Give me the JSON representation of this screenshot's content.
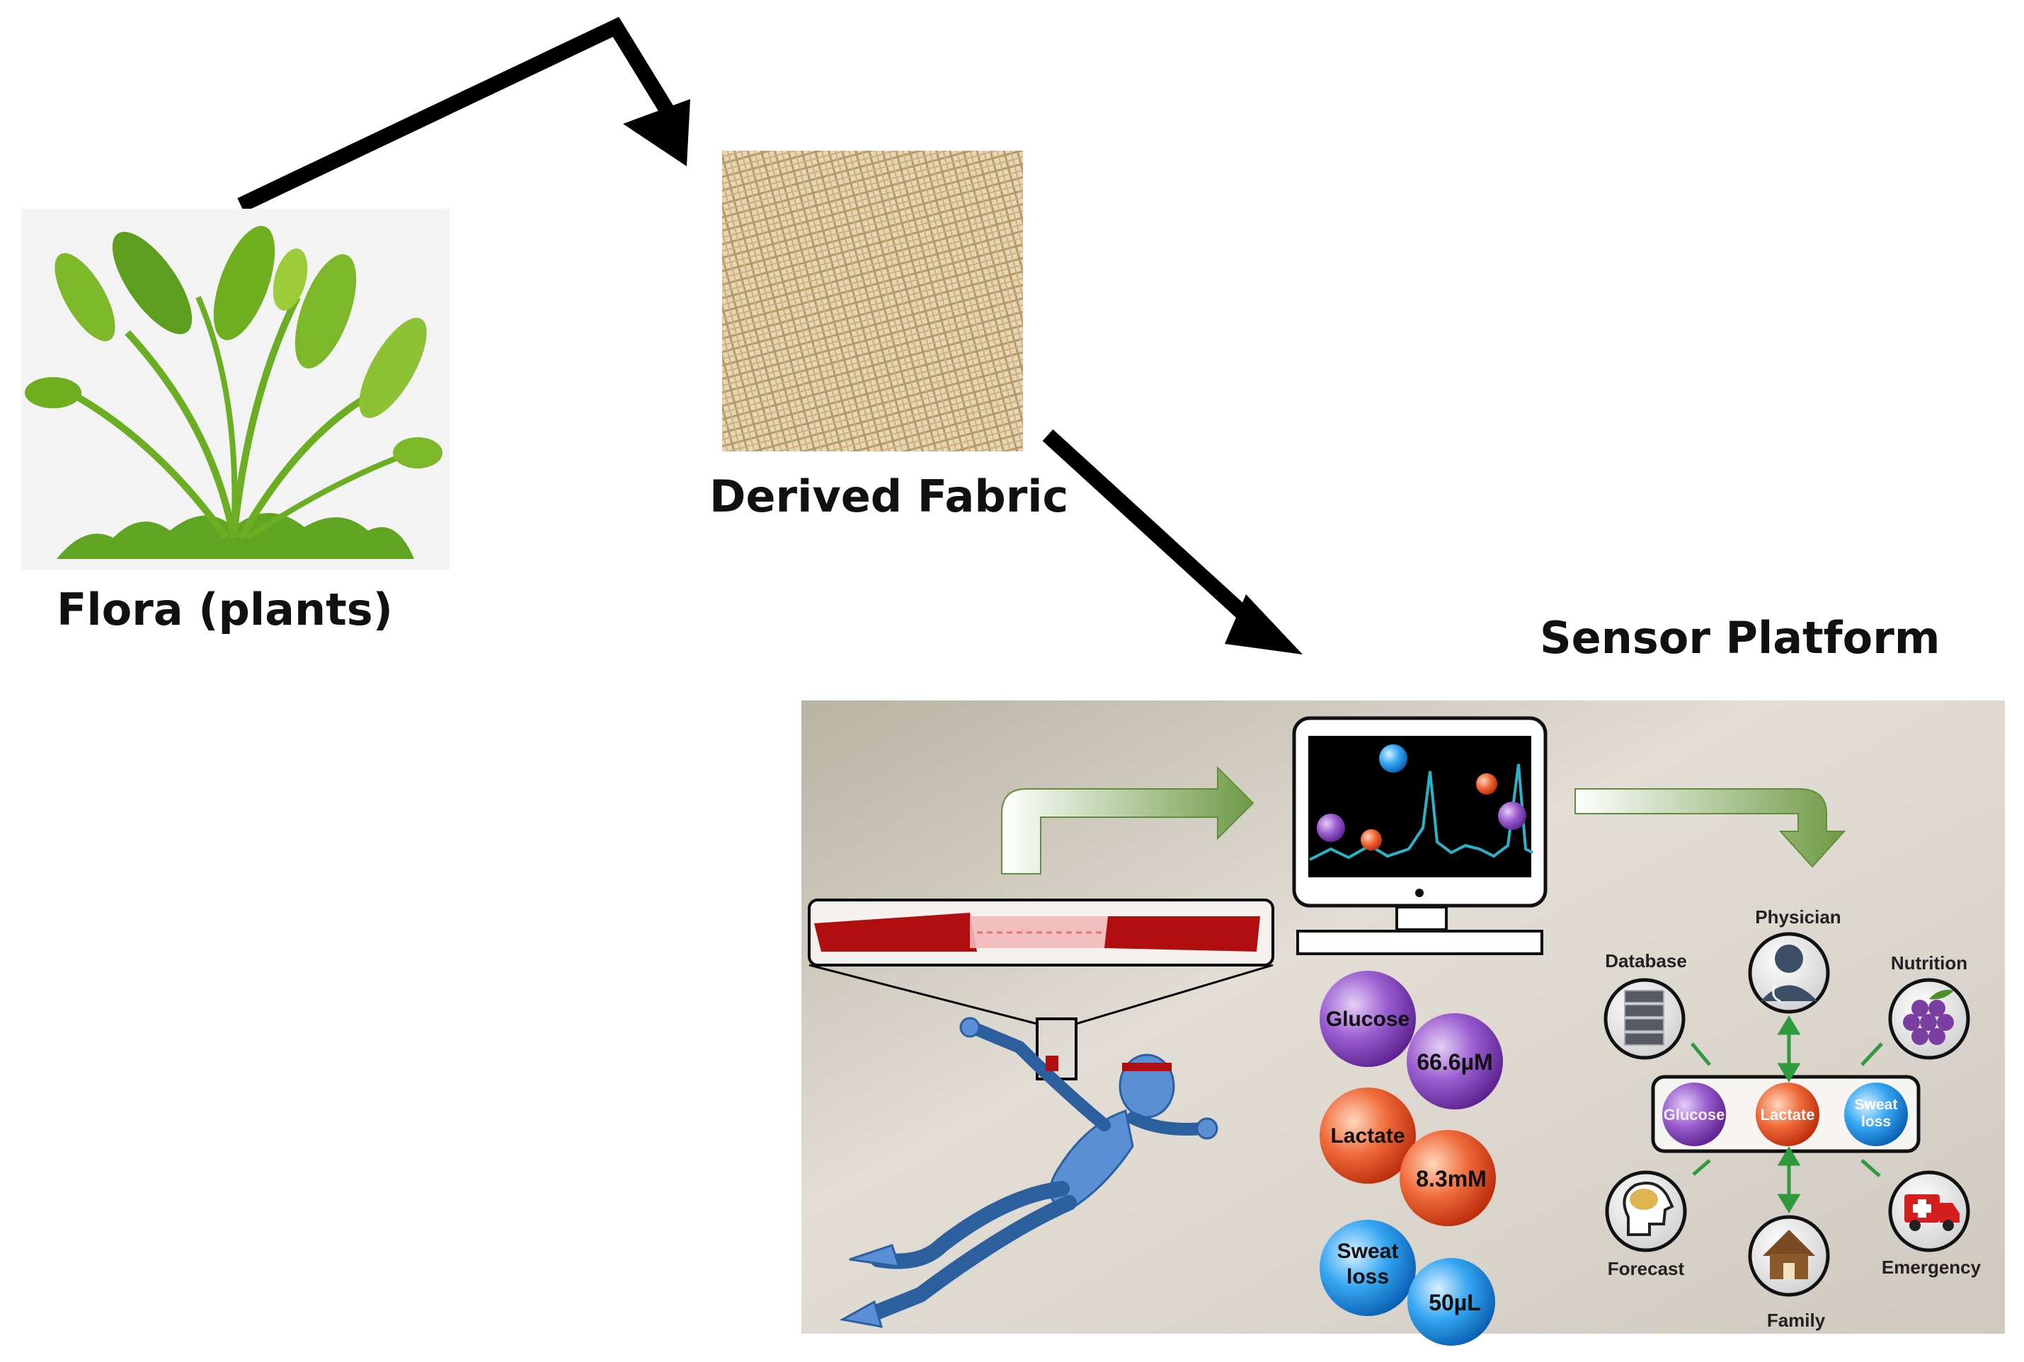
{
  "stages": {
    "plant_label": "Flora (plants)",
    "fabric_label": "Derived Fabric",
    "platform_label": "Sensor Platform"
  },
  "analytes": [
    {
      "name": "Glucose",
      "value": "66.6µM",
      "color": "#7b3fb3"
    },
    {
      "name": "Lactate",
      "value": "8.3mM",
      "color": "#ea5420"
    },
    {
      "name": "Sweat loss",
      "value": "50µL",
      "color": "#1f8fe0"
    }
  ],
  "network": {
    "hub": [
      "Glucose",
      "Lactate",
      "Sweat loss"
    ],
    "nodes": {
      "physician": "Physician",
      "database": "Database",
      "nutrition": "Nutrition",
      "forecast": "Forecast",
      "family": "Family",
      "emergency": "Emergency"
    }
  },
  "colors": {
    "arrow": "#000000",
    "leaf": "#6fae1f",
    "fabric": "#d9c49a",
    "flow_arrow": "#5f8f3a",
    "strip": "#b10f0f",
    "runner": "#5a8fd6",
    "node_arrow": "#2e9a3c"
  },
  "icons": [
    "plant-icon",
    "fabric-texture",
    "monitor-icon",
    "runner-figure",
    "server-icon",
    "doctor-icon",
    "grapes-icon",
    "brain-icon",
    "house-icon",
    "ambulance-icon"
  ]
}
